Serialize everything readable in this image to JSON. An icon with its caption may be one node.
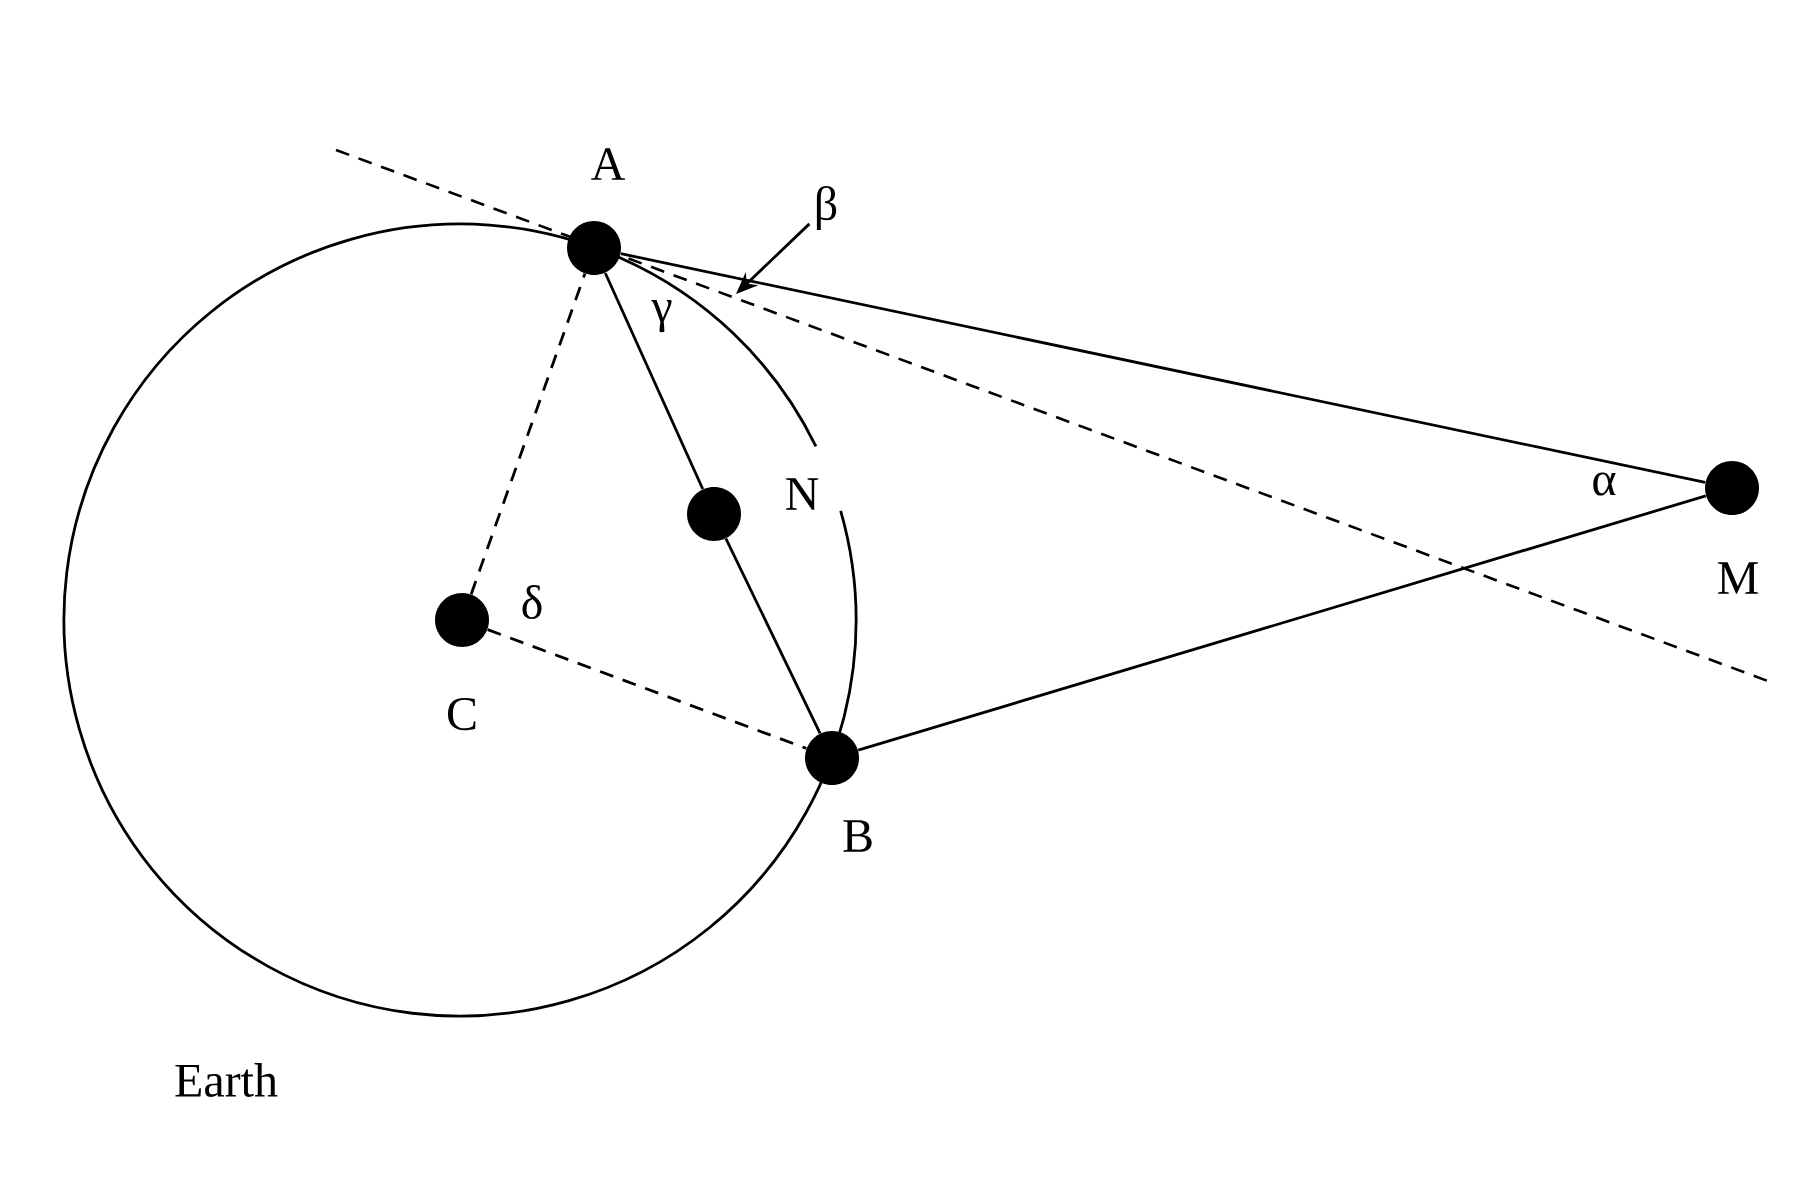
{
  "diagram": {
    "nodes": [
      {
        "text": [],
        "shape": "circle",
        "beside": [
          "A"
        ]
      },
      {
        "text": [],
        "shape": "circle",
        "beside": [
          "N"
        ]
      },
      {
        "text": [],
        "shape": "circle",
        "beside": [
          "C"
        ]
      },
      {
        "text": [],
        "shape": "circle",
        "beside": [
          "B"
        ]
      },
      {
        "text": [],
        "shape": "circle",
        "beside": [
          "M"
        ]
      },
      {
        "text": [
          "β"
        ]
      }
    ],
    "edges": [
      {
        "from": 0,
        "to": 4,
        "arrow": "none"
      },
      {
        "from": 3,
        "to": 4,
        "arrow": "none"
      },
      {
        "from": 0,
        "to": 1,
        "arrow": "none"
      },
      {
        "from": 1,
        "to": 3,
        "arrow": "none"
      },
      {
        "from": 2,
        "to": 0,
        "arrow": "none",
        "style": "dashed"
      },
      {
        "from": 2,
        "to": 3,
        "arrow": "none",
        "style": "dashed"
      },
      {
        "from": 5,
        "to": null,
        "arrow": "to"
      }
    ],
    "labels": [
      "γ",
      "δ",
      "α",
      "Earth"
    ]
  }
}
